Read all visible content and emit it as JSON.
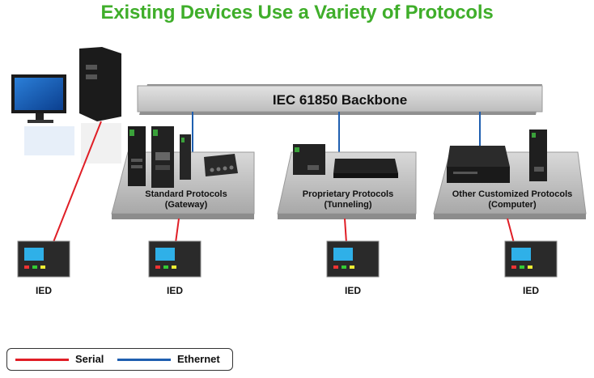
{
  "title": "Existing Devices Use a Variety of Protocols",
  "backbone": {
    "label": "IEC 61850 Backbone"
  },
  "panels": [
    {
      "line1": "Standard Protocols",
      "line2": "(Gateway)"
    },
    {
      "line1": "Proprietary Protocols",
      "line2": "(Tunneling)"
    },
    {
      "line1": "Other Customized Protocols",
      "line2": "(Computer)"
    }
  ],
  "ieds": [
    "IED",
    "IED",
    "IED",
    "IED"
  ],
  "legend": {
    "serial_label": "Serial",
    "ethernet_label": "Ethernet",
    "serial_color": "#e01e26",
    "ethernet_color": "#1f5fb0"
  },
  "colors": {
    "title": "#3fae2a"
  }
}
